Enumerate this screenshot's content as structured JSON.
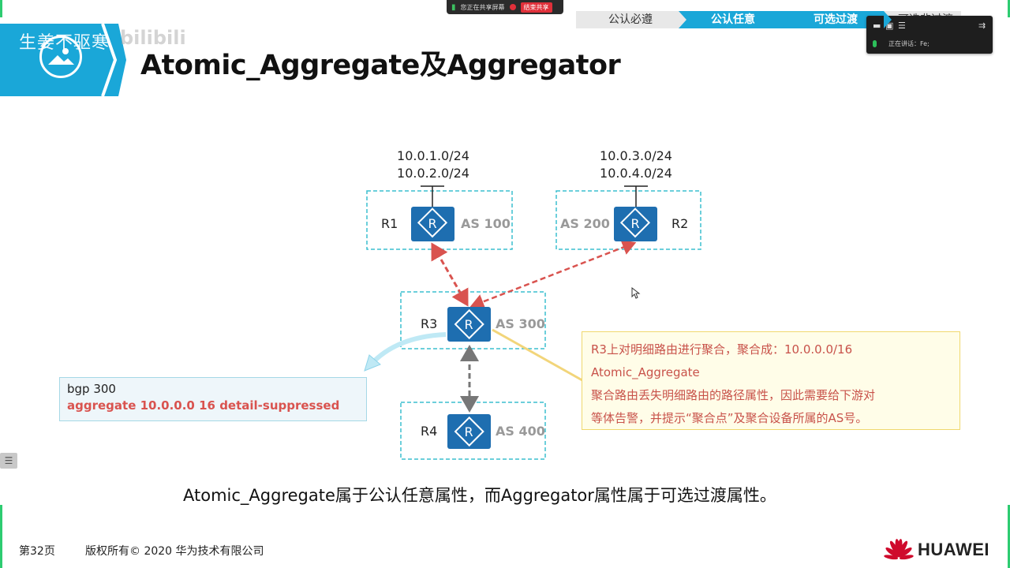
{
  "share_bar": {
    "status": "您正在共享屏幕",
    "stop_label": "结束共享"
  },
  "tabs": [
    "公认必遵",
    "公认任意",
    "可选过渡",
    "可选非过渡"
  ],
  "meeting_panel": {
    "speaking_label": "正在讲话：",
    "speaker": "Fe;"
  },
  "header": {
    "watermark": "生姜不驱寒",
    "watermark_logo": "bilibili",
    "title": "Atomic_Aggregate及Aggregator"
  },
  "diagram": {
    "r1": {
      "name": "R1",
      "as": "AS 100",
      "prefixes": [
        "10.0.1.0/24",
        "10.0.2.0/24"
      ]
    },
    "r2": {
      "name": "R2",
      "as": "AS 200",
      "prefixes": [
        "10.0.3.0/24",
        "10.0.4.0/24"
      ]
    },
    "r3": {
      "name": "R3",
      "as": "AS 300"
    },
    "r4": {
      "name": "R4",
      "as": "AS 400"
    },
    "router_glyph": "R",
    "config": {
      "line1": "bgp 300",
      "line2": "aggregate 10.0.0.0 16 detail-suppressed"
    },
    "note": {
      "line1": "R3上对明细路由进行聚合，聚合成：10.0.0.0/16",
      "line2": "Atomic_Aggregate",
      "line3": "聚合路由丢失明细路由的路径属性，因此需要给下游对",
      "line4": "等体告警，并提示“聚合点”及聚合设备所属的AS号。"
    }
  },
  "caption": "Atomic_Aggregate属于公认任意属性，而Aggregator属性属于可选过渡属性。",
  "footer": {
    "page": "第32页",
    "copyright": "版权所有© 2020 华为技术有限公司",
    "brand": "HUAWEI"
  },
  "colors": {
    "accent": "#1aa7d8",
    "router": "#1e6eb0",
    "dashed_box": "#3bbfcf",
    "red_link": "#d9534f",
    "note_text": "#c8524a",
    "huawei_red": "#cf0a2c"
  }
}
